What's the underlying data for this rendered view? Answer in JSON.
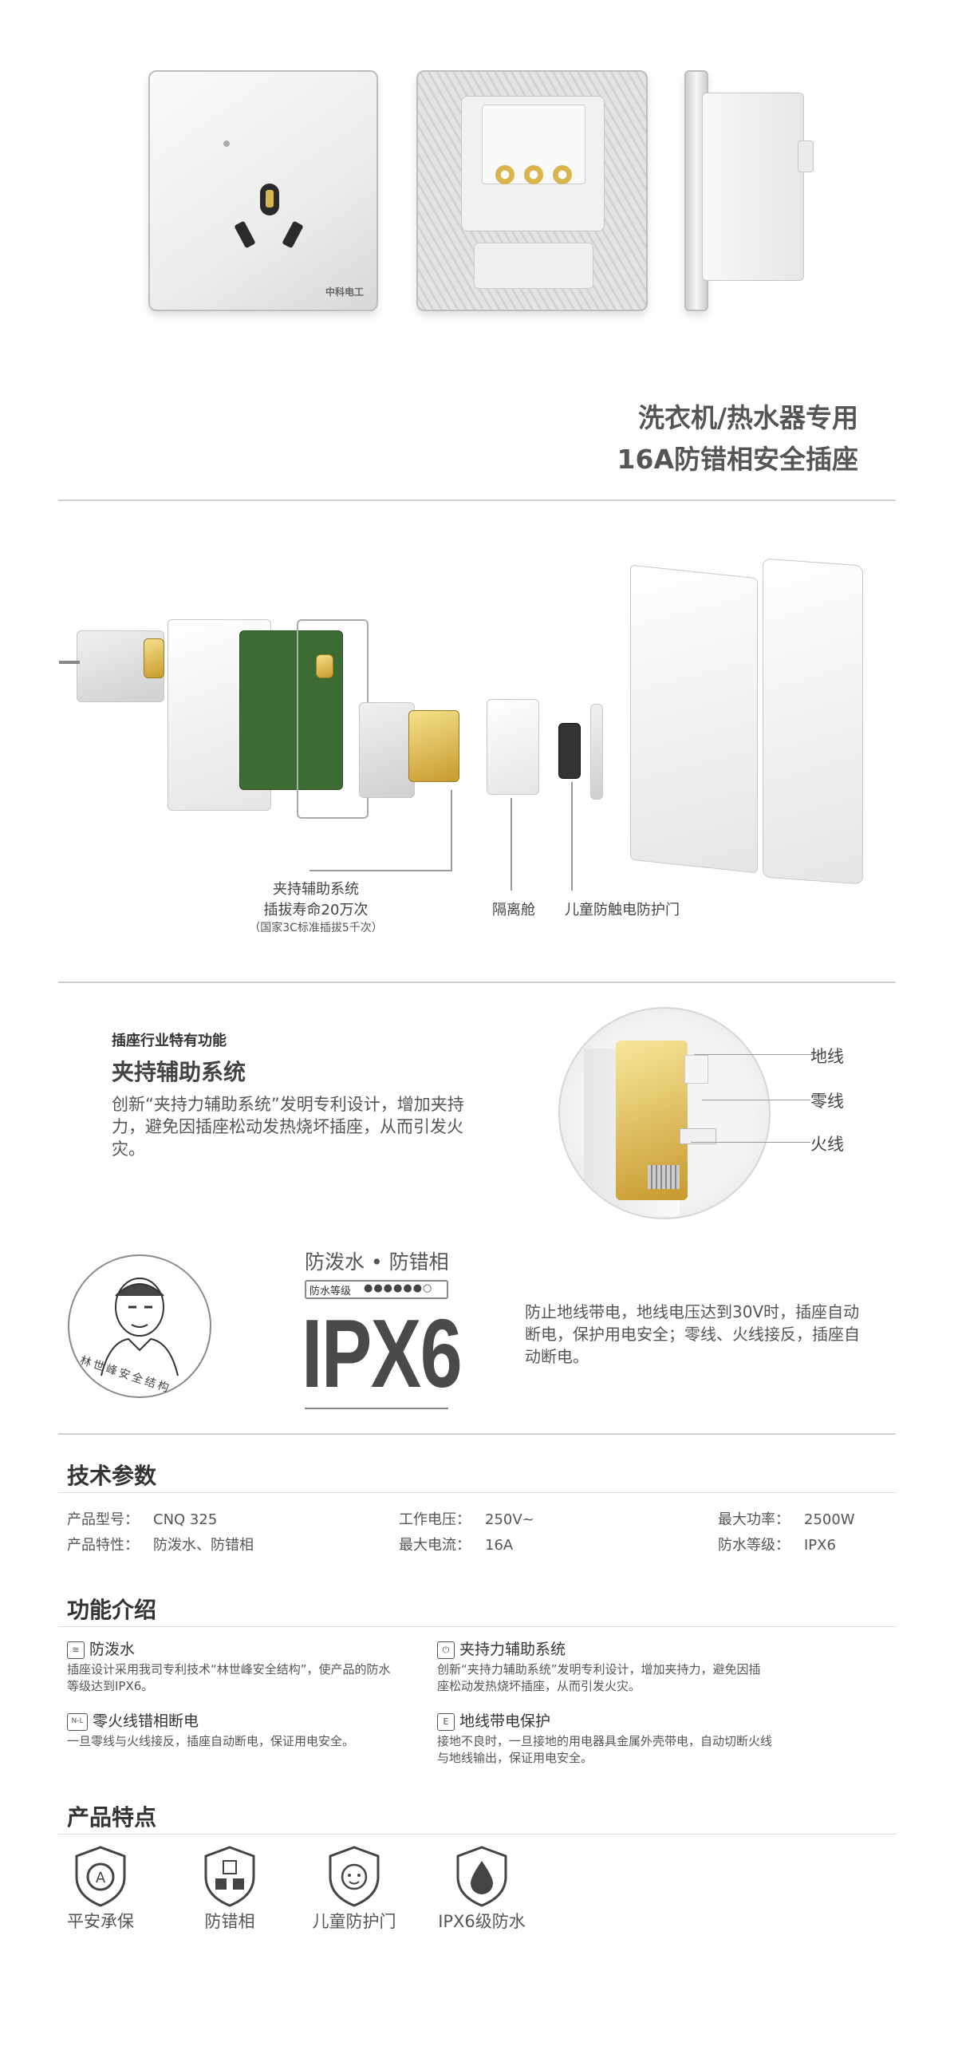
{
  "product": {
    "brand_mark": "中科电工",
    "headline_line1": "洗衣机/热水器专用",
    "headline_line2": "16A防错相安全插座"
  },
  "exploded": {
    "label_clamp": "夹持辅助系统",
    "label_life": "插拔寿命20万次",
    "label_life_note": "（国家3C标准插拔5千次）",
    "label_isolation": "隔离舱",
    "label_child_door": "儿童防触电防护门"
  },
  "clamp_section": {
    "kicker": "插座行业特有功能",
    "title": "夹持辅助系统",
    "description": "创新“夹持力辅助系统”发明专利设计，增加夹持力，避免因插座松动发热烧坏插座，从而引发火灾。",
    "wire_labels": [
      "地线",
      "零线",
      "火线"
    ]
  },
  "ipx": {
    "ring_text": "林世峰安全结构",
    "heading": "防泼水 • 防错相",
    "rating_label": "防水等级",
    "drops": "●●●●●●○",
    "big": "IPX6",
    "description": "防止地线带电，地线电压达到30V时，插座自动断电，保护用电安全；零线、火线接反，插座自动断电。"
  },
  "specs": {
    "title": "技术参数",
    "items": [
      {
        "k": "产品型号：",
        "v": "CNQ 325"
      },
      {
        "k": "工作电压：",
        "v": "250V~"
      },
      {
        "k": "最大功率：",
        "v": "2500W"
      },
      {
        "k": "产品特性：",
        "v": "防泼水、防错相"
      },
      {
        "k": "最大电流：",
        "v": "16A"
      },
      {
        "k": "防水等级：",
        "v": "IPX6"
      }
    ]
  },
  "functions": {
    "title": "功能介绍",
    "items": [
      {
        "icon": "≋",
        "title": "防泼水",
        "desc": "插座设计采用我司专利技术“林世峰安全结构”，使产品的防水等级达到IPX6。"
      },
      {
        "icon": "⏻",
        "title": "夹持力辅助系统",
        "desc": "创新“夹持力辅助系统”发明专利设计，增加夹持力，避免因插座松动发热烧坏插座，从而引发火灾。"
      },
      {
        "icon": "N-L",
        "title": "零火线错相断电",
        "desc": "一旦零线与火线接反，插座自动断电，保证用电安全。"
      },
      {
        "icon": "E",
        "title": "地线带电保护",
        "desc": "接地不良时，一旦接地的用电器具金属外壳带电，自动切断火线与地线输出，保证用电安全。"
      }
    ]
  },
  "features": {
    "title": "产品特点",
    "items": [
      {
        "label": "平安承保",
        "icon": "insurance-shield-icon"
      },
      {
        "label": "防错相",
        "icon": "phase-shield-icon"
      },
      {
        "label": "儿童防护门",
        "icon": "child-shield-icon"
      },
      {
        "label": "IPX6级防水",
        "icon": "water-drop-shield-icon"
      }
    ]
  }
}
